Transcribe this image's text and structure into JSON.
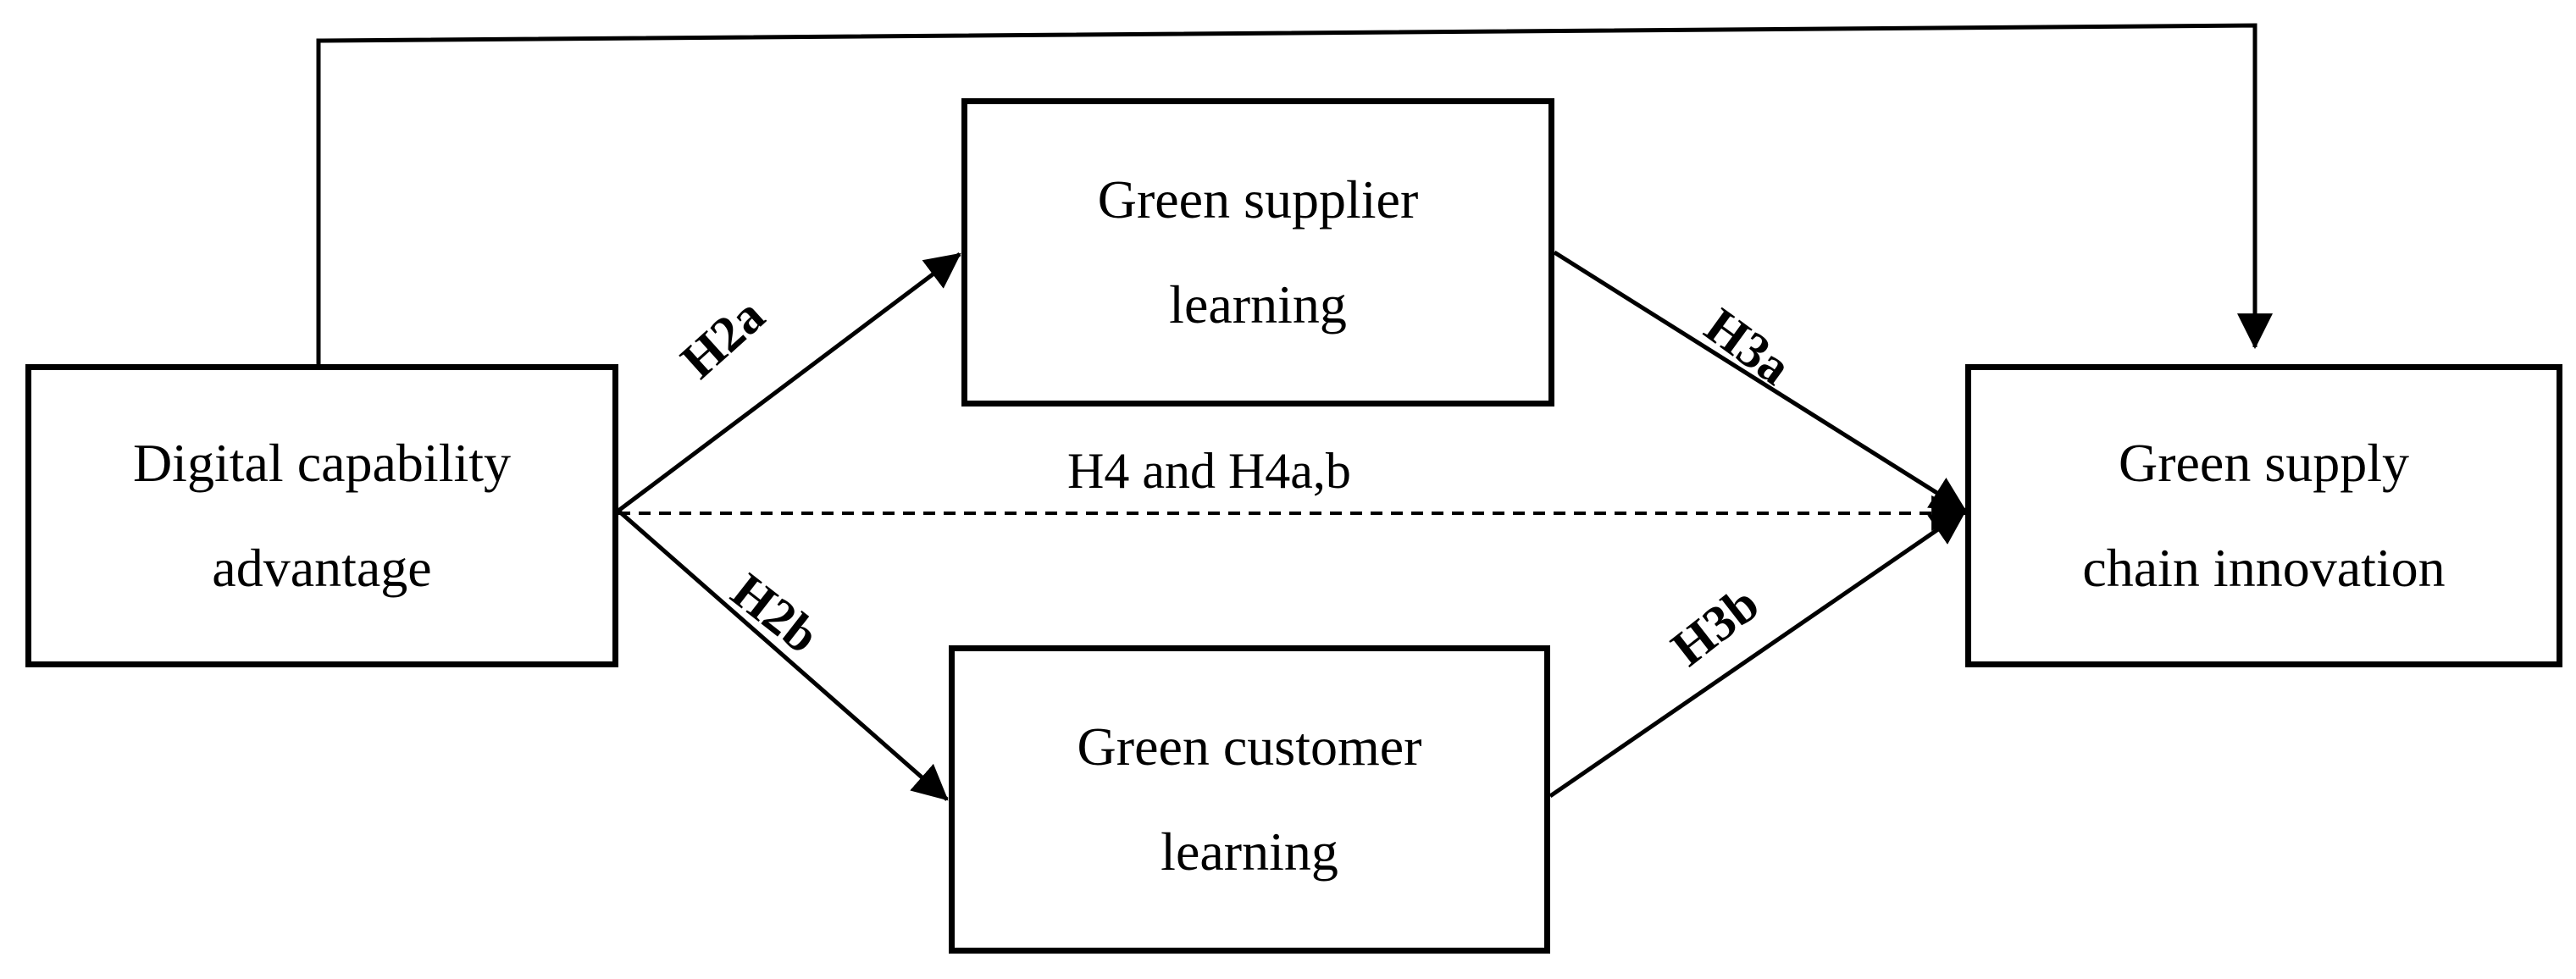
{
  "nodes": {
    "digital_capability": {
      "line1": "Digital capability",
      "line2": "advantage"
    },
    "green_supplier": {
      "line1": "Green supplier",
      "line2": "learning"
    },
    "green_customer": {
      "line1": "Green customer",
      "line2": "learning"
    },
    "green_supply_chain": {
      "line1": "Green supply",
      "line2": "chain innovation"
    }
  },
  "paths": {
    "h2a": "H2a",
    "h2b": "H2b",
    "h3a": "H3a",
    "h3b": "H3b",
    "h4": "H4 and H4a,b"
  },
  "colors": {
    "stroke": "#000000",
    "background": "#ffffff"
  }
}
